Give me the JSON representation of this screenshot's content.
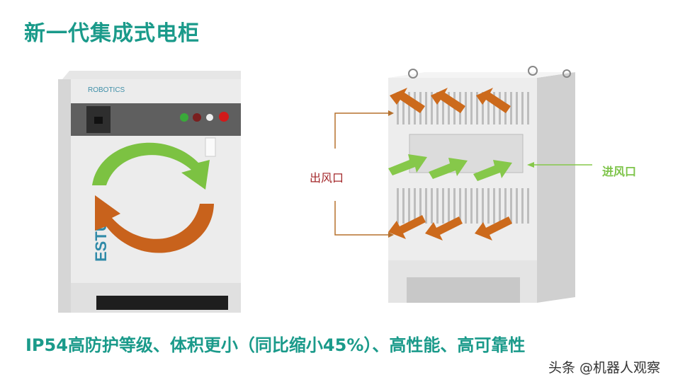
{
  "slide": {
    "title": "新一代集成式电柜",
    "caption": "IP54高防护等级、体积更小（同比缩小45%）、高性能、高可靠性",
    "watermark": "头条 @机器人观察"
  },
  "left_cabinet": {
    "brand_text": "ROBOTICS",
    "side_logo": "ESTUN",
    "airflow_colors": {
      "cool": "#7cc242",
      "hot": "#c8621c"
    }
  },
  "right_cabinet": {
    "outlet_label": "出风口",
    "inlet_label": "进风口",
    "colors": {
      "outlet": "#a3272a",
      "inlet": "#7ec44a",
      "outlet_arrows": "#cc6a1c",
      "inlet_arrows": "#86c84a"
    }
  },
  "colors": {
    "accent": "#1a9a8a"
  }
}
